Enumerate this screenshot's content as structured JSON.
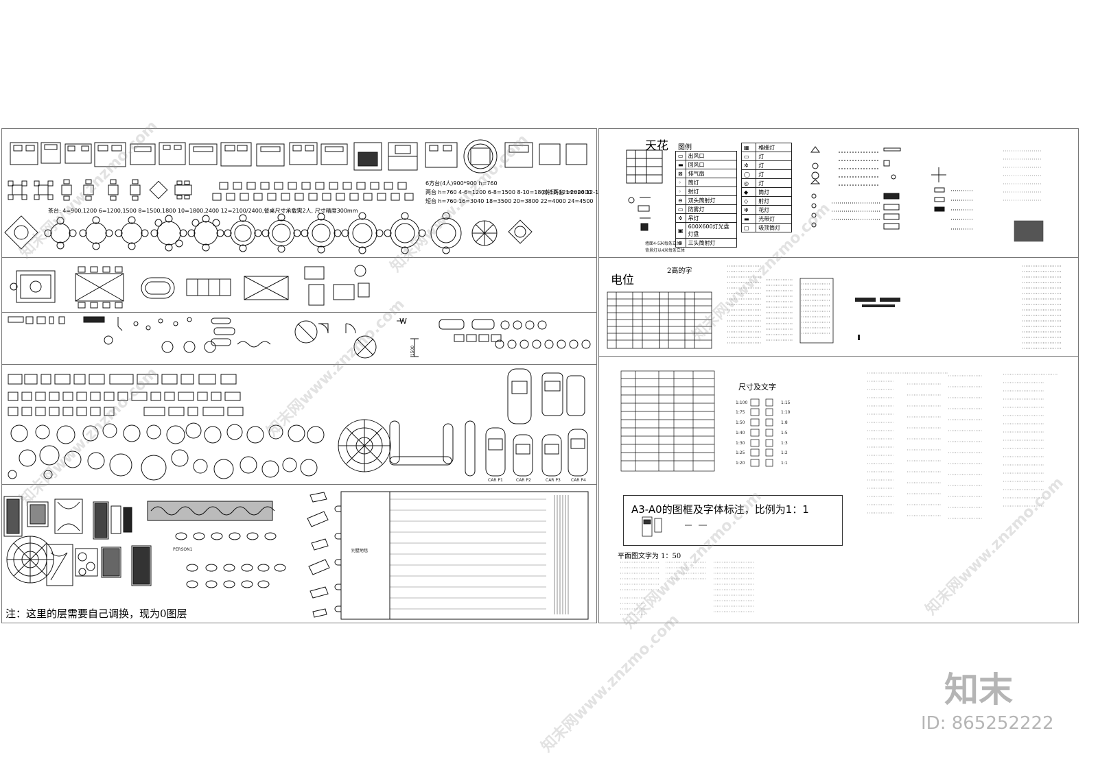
{
  "left_sheet": {
    "seating_rules_line1": "6方台(4人)900*900 h=760",
    "seating_rules_line2": "两台 h=760    4-6=1200  6-8=1500  8-10=1800  10-12=2000  12-14=2200",
    "seating_rules_line3": "短台 h=760    16=3040  18=3500  20=3800  22=4000  24=4500",
    "seating_rules_right": "对折两台 14=2400",
    "table_sizes_caption": "茶台: 4=900,1200   6=1200,1500   8=1500,1800   10=1800,2400   12=2100/2400,餐桌尺寸承载需2人, 尺寸精度300mm",
    "dim_label": "1500",
    "w_label": "W",
    "note": "注：这里的层需要自己调换，现为0图层",
    "carpet_label": "别墅地毯",
    "car_labels": [
      "CAR P1",
      "CAR P2",
      "CAR P3",
      "CAR P4"
    ],
    "person_label": "PERSON1"
  },
  "right_sheet": {
    "ceiling_title": "天花",
    "legend_title": "图例",
    "ceiling_legend": [
      "出风口",
      "回风口",
      "排气扇",
      "筒灯",
      "射灯",
      "双头筒射灯",
      "防雾灯",
      "吊灯",
      "600X600灯光盘灯盘",
      "三头筒射灯"
    ],
    "ceiling_legend2": [
      "格栅灯",
      "灯",
      "灯",
      "灯",
      "灯",
      "筒灯",
      "射灯",
      "花灯",
      "光带灯",
      "吸顶筒灯"
    ],
    "ceiling_note1": "墙面4-5米每条立体",
    "ceiling_note2": "背景灯以4米每条立体",
    "electric_title": "电位",
    "text_height_label": "2高的字",
    "dimension_title": "尺寸及文字",
    "scales_left": [
      "1:100",
      "1:75",
      "1:50",
      "1:40",
      "1:30",
      "1:25",
      "1:20"
    ],
    "scales_right": [
      "1:15",
      "1:10",
      "1:8",
      "1:5",
      "1:3",
      "1:2",
      "1:1"
    ],
    "frame_title": "A3-A0的图框及字体标注，比例为1：1",
    "plan_text_label": "平面图文字为 1：50"
  },
  "watermark": {
    "text": "知末网www.znzmo.com",
    "logo": "知末",
    "id_text": "ID: 865252222"
  }
}
